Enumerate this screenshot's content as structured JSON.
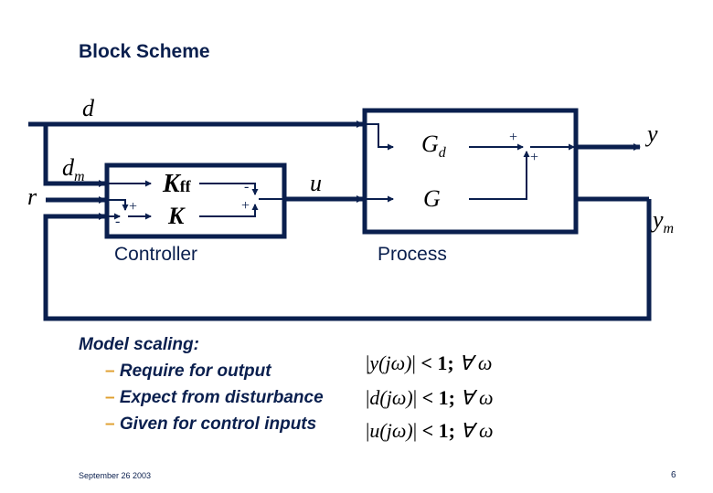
{
  "slide": {
    "title": "Block Scheme",
    "footer_date": "September 26 2003",
    "page_number": "6"
  },
  "diagram": {
    "signals": {
      "d": "d",
      "dm_base": "d",
      "dm_sub": "m",
      "r": "r",
      "u": "u",
      "y": "y",
      "ym_base": "y",
      "ym_sub": "m"
    },
    "controller": {
      "caption": "Controller",
      "kff_base": "K",
      "kff_sub": "ff",
      "k": "K",
      "sum1_signs": [
        "+",
        "-"
      ],
      "sum2_signs": [
        "-",
        "+"
      ]
    },
    "process": {
      "caption": "Process",
      "gd_base": "G",
      "gd_sub": "d",
      "g": "G",
      "sum_signs": [
        "+",
        "+"
      ]
    },
    "colors": {
      "line": "#0a1f4e",
      "bullet_dash": "#e0a030"
    }
  },
  "notes": {
    "heading": "Model scaling:",
    "items": [
      {
        "dash": "–",
        "text": "Require for output",
        "equation": {
          "var": "y",
          "arg": "(jω)",
          "rel": "< 1;",
          "quant": "∀ ω"
        }
      },
      {
        "dash": "–",
        "text": "Expect from disturbance",
        "equation": {
          "var": "d",
          "arg": "(jω)",
          "rel": "< 1;",
          "quant": "∀ ω"
        }
      },
      {
        "dash": "–",
        "text": "Given for control inputs",
        "equation": {
          "var": "u",
          "arg": "(jω)",
          "rel": "< 1;",
          "quant": "∀ ω"
        }
      }
    ]
  }
}
